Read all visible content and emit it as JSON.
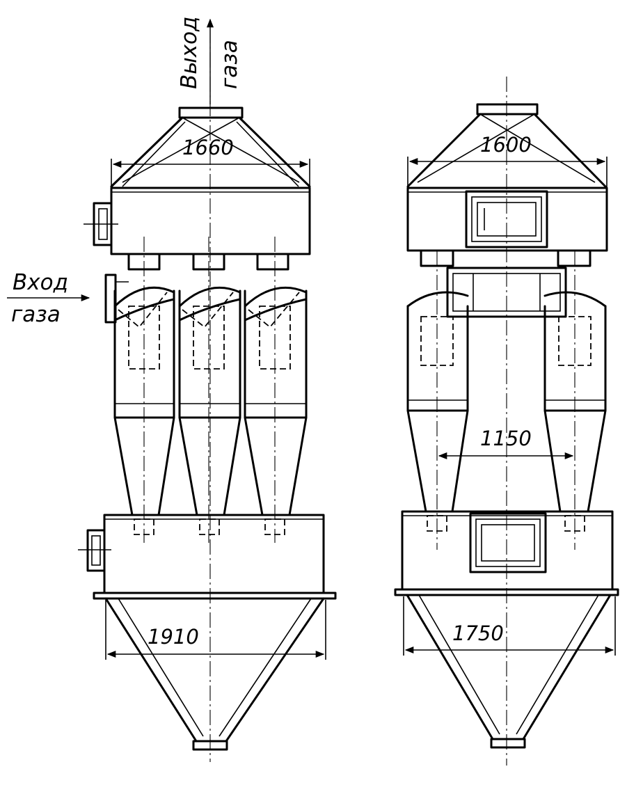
{
  "labels": {
    "gas_outlet_line1": "Выход",
    "gas_outlet_line2": "газа",
    "gas_inlet_line1": "Вход",
    "gas_inlet_line2": "газа"
  },
  "dimensions": {
    "front_top_width": "1660",
    "front_hopper_width": "1910",
    "side_top_width": "1600",
    "side_hopper_width": "1750",
    "side_cyclone_spacing": "1150"
  }
}
